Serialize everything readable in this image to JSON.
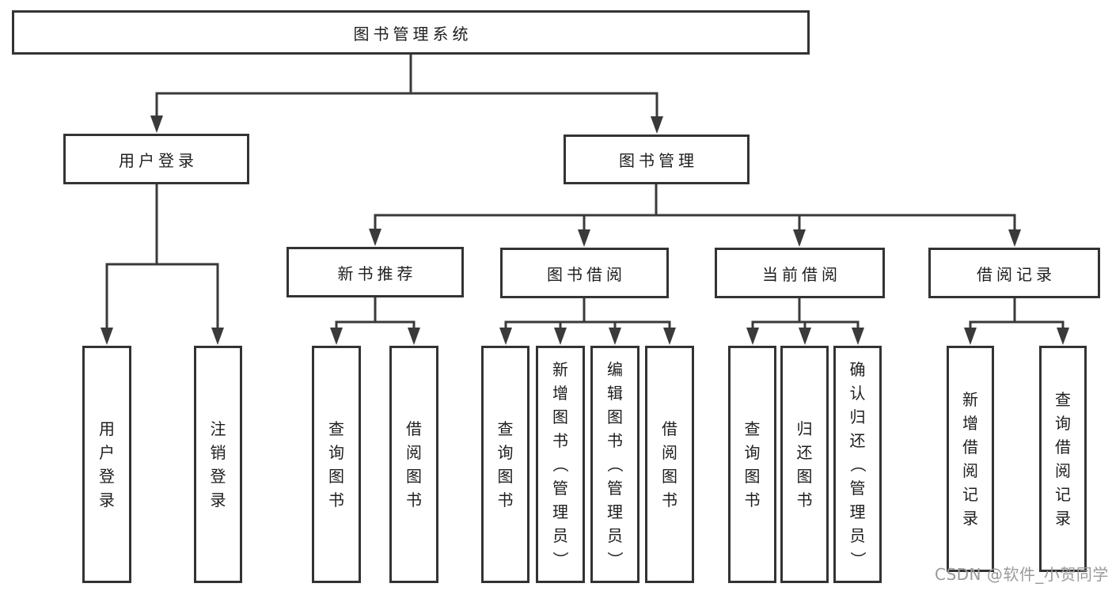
{
  "title": "图书管理系统",
  "diagram": {
    "nodes": [
      {
        "id": "root",
        "label": "图书管理系统",
        "level": 0,
        "parent": null,
        "vertical": false
      },
      {
        "id": "user-login",
        "label": "用户登录",
        "level": 1,
        "parent": "root",
        "vertical": false
      },
      {
        "id": "book-mgmt",
        "label": "图书管理",
        "level": 1,
        "parent": "root",
        "vertical": false
      },
      {
        "id": "new-book-rec",
        "label": "新书推荐",
        "level": 2,
        "parent": "book-mgmt",
        "vertical": false
      },
      {
        "id": "book-borrow",
        "label": "图书借阅",
        "level": 2,
        "parent": "book-mgmt",
        "vertical": false
      },
      {
        "id": "current-borrow",
        "label": "当前借阅",
        "level": 2,
        "parent": "book-mgmt",
        "vertical": false
      },
      {
        "id": "borrow-record",
        "label": "借阅记录",
        "level": 2,
        "parent": "book-mgmt",
        "vertical": false
      },
      {
        "id": "login",
        "label": "用户登录",
        "level": 3,
        "parent": "user-login",
        "vertical": true
      },
      {
        "id": "logout",
        "label": "注销登录",
        "level": 3,
        "parent": "user-login",
        "vertical": true
      },
      {
        "id": "nb-query-book",
        "label": "查询图书",
        "level": 3,
        "parent": "new-book-rec",
        "vertical": true
      },
      {
        "id": "nb-borrow-book",
        "label": "借阅图书",
        "level": 3,
        "parent": "new-book-rec",
        "vertical": true
      },
      {
        "id": "bb-query-book",
        "label": "查询图书",
        "level": 3,
        "parent": "book-borrow",
        "vertical": true
      },
      {
        "id": "bb-add-book",
        "label": "新增图书（管理员）",
        "level": 3,
        "parent": "book-borrow",
        "vertical": true
      },
      {
        "id": "bb-edit-book",
        "label": "编辑图书（管理员）",
        "level": 3,
        "parent": "book-borrow",
        "vertical": true
      },
      {
        "id": "bb-borrow-book",
        "label": "借阅图书",
        "level": 3,
        "parent": "book-borrow",
        "vertical": true
      },
      {
        "id": "cb-query-book",
        "label": "查询图书",
        "level": 3,
        "parent": "current-borrow",
        "vertical": true
      },
      {
        "id": "cb-return-book",
        "label": "归还图书",
        "level": 3,
        "parent": "current-borrow",
        "vertical": true
      },
      {
        "id": "cb-confirm-return",
        "label": "确认归还（管理员）",
        "level": 3,
        "parent": "current-borrow",
        "vertical": true
      },
      {
        "id": "br-add-record",
        "label": "新增借阅记录",
        "level": 3,
        "parent": "borrow-record",
        "vertical": true
      },
      {
        "id": "br-query-record",
        "label": "查询借阅记录",
        "level": 3,
        "parent": "borrow-record",
        "vertical": true
      }
    ]
  },
  "watermark": {
    "text": "CSDN @软件_小贺同学"
  },
  "colors": {
    "background": "#ffffff",
    "box_border": "#333333",
    "box_fill": "#ffffff",
    "text": "#1e1e1e",
    "connector": "#3a3a3a",
    "watermark": "#9a9a9a"
  }
}
